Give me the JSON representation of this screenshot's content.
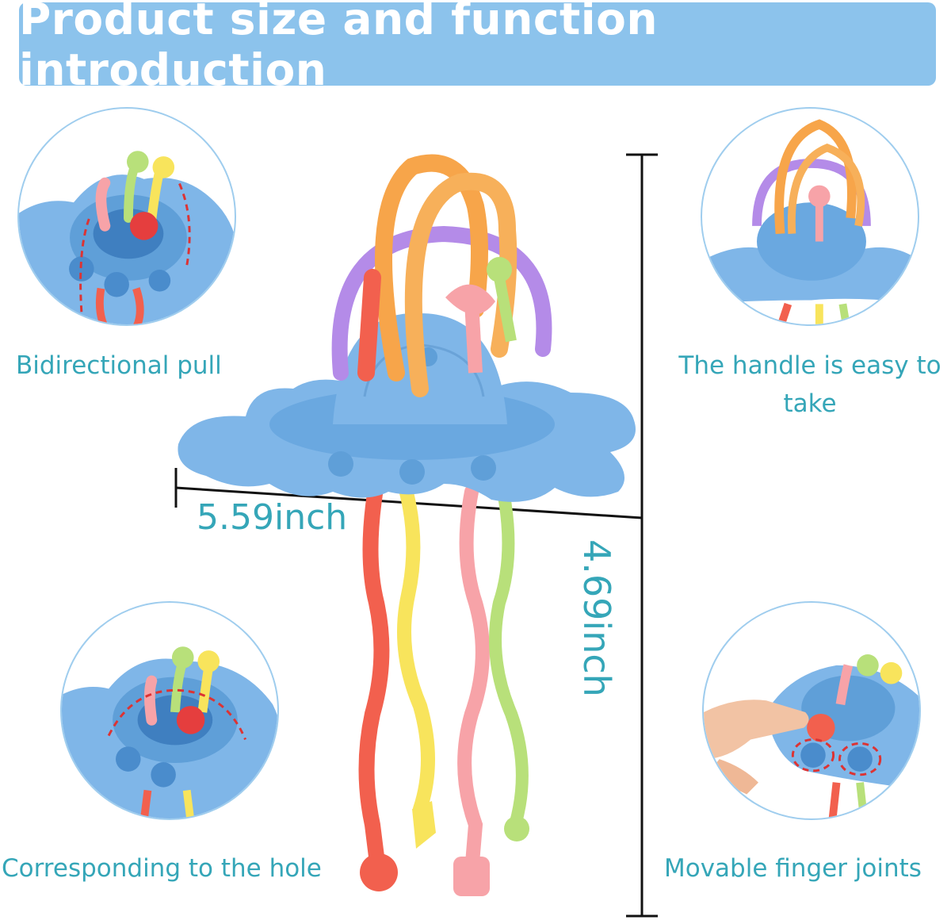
{
  "banner": {
    "title": "Product size and function introduction"
  },
  "features": {
    "top_left": "Bidirectional pull",
    "top_right": "The handle is easy to take",
    "bottom_left": "Corresponding to the hole",
    "bottom_right": "Movable finger joints"
  },
  "dimensions": {
    "width": "5.59inch",
    "height": "4.69inch"
  },
  "colors": {
    "banner": "#8cc3ec",
    "caption_text": "#35a6b8",
    "toy_body": "#7fb6e8",
    "toy_body_dark": "#5f9fd8",
    "orange": "#f7a54a",
    "purple": "#b48be8",
    "red": "#f2604e",
    "yellow": "#f8e45c",
    "pink": "#f7a3a8",
    "green": "#b8e07a"
  }
}
